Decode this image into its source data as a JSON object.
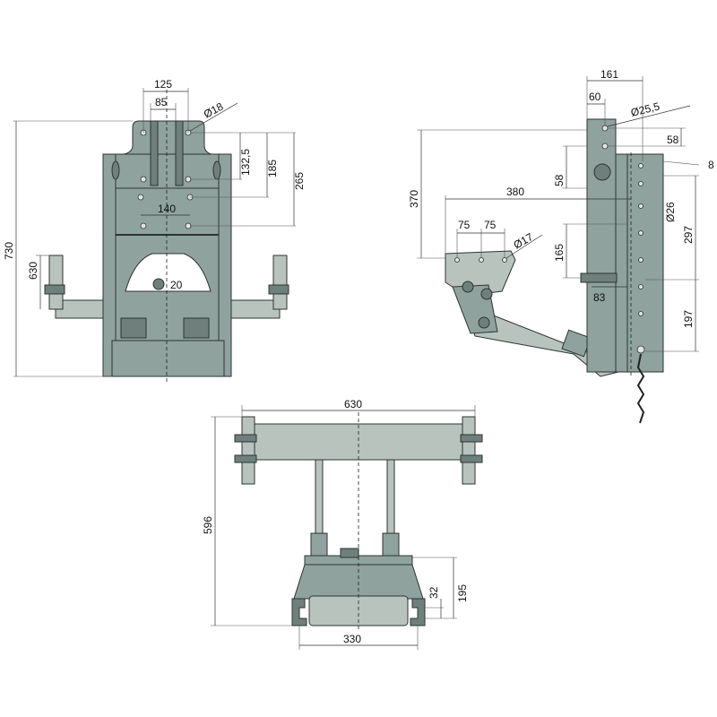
{
  "front_view": {
    "dims": {
      "w125": "125",
      "w85": "85",
      "d18": "Ø18",
      "h132_5": "132,5",
      "h185": "185",
      "h265": "265",
      "w140": "140",
      "d20": "20",
      "h730": "730",
      "h630": "630"
    }
  },
  "side_view": {
    "dims": {
      "w161": "161",
      "w60": "60",
      "d25_5": "Ø25,5",
      "v58a": "58",
      "v58b": "58",
      "t8": "8",
      "h370": "370",
      "w380": "380",
      "w75a": "75",
      "w75b": "75",
      "d17": "Ø17",
      "h165": "165",
      "d26": "Ø26",
      "h297": "297",
      "w83": "83",
      "h197": "197"
    }
  },
  "top_view": {
    "dims": {
      "w630": "630",
      "h596": "596",
      "h32": "32",
      "h195": "195",
      "w330": "330"
    }
  },
  "colors": {
    "part": "#8fa29e",
    "light": "#b9c3be",
    "line": "#333333"
  }
}
